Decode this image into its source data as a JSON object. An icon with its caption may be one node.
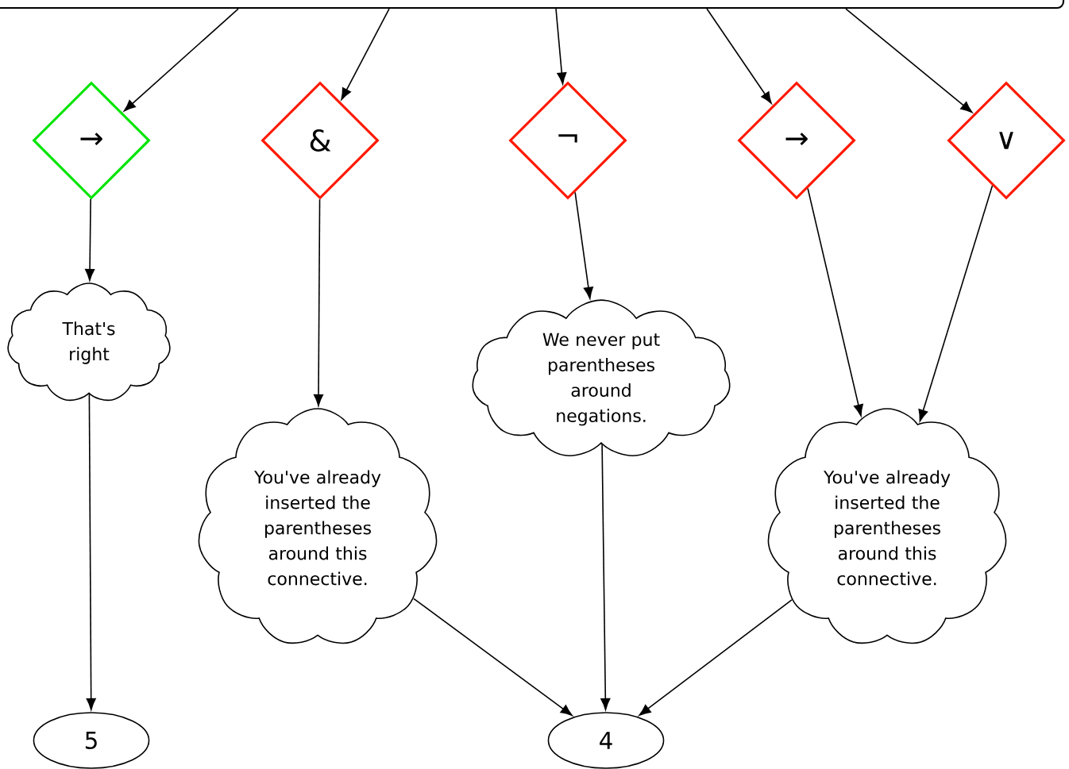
{
  "diagram": {
    "nodes": [
      {
        "text": [],
        "shape": "box"
      },
      {
        "text": [
          "→"
        ]
      },
      {
        "text": [
          "&"
        ]
      },
      {
        "text": [
          "¬"
        ]
      },
      {
        "text": [
          "→"
        ]
      },
      {
        "text": [
          "∨"
        ]
      },
      {
        "text": [
          "That's right"
        ]
      },
      {
        "text": [
          "You've already inserted the parentheses around this connective."
        ]
      },
      {
        "text": [
          "We never put parentheses around negations."
        ]
      },
      {
        "text": [
          "You've already inserted the parentheses around this connective."
        ]
      },
      {
        "text": [
          "5"
        ]
      },
      {
        "text": [
          "4"
        ]
      }
    ],
    "edges": [
      {
        "from": 0,
        "to": 1,
        "arrow": "to"
      },
      {
        "from": 0,
        "to": 2,
        "arrow": "to"
      },
      {
        "from": 0,
        "to": 3,
        "arrow": "to"
      },
      {
        "from": 0,
        "to": 4,
        "arrow": "to"
      },
      {
        "from": 0,
        "to": 5,
        "arrow": "to"
      },
      {
        "from": 1,
        "to": 6,
        "arrow": "to"
      },
      {
        "from": 2,
        "to": 7,
        "arrow": "to"
      },
      {
        "from": 3,
        "to": 8,
        "arrow": "to"
      },
      {
        "from": 4,
        "to": 9,
        "arrow": "to"
      },
      {
        "from": 5,
        "to": 9,
        "arrow": "to"
      },
      {
        "from": 6,
        "to": 10,
        "arrow": "to"
      },
      {
        "from": 7,
        "to": 11,
        "arrow": "to"
      },
      {
        "from": 8,
        "to": 11,
        "arrow": "to"
      },
      {
        "from": 9,
        "to": 11,
        "arrow": "to"
      }
    ]
  }
}
